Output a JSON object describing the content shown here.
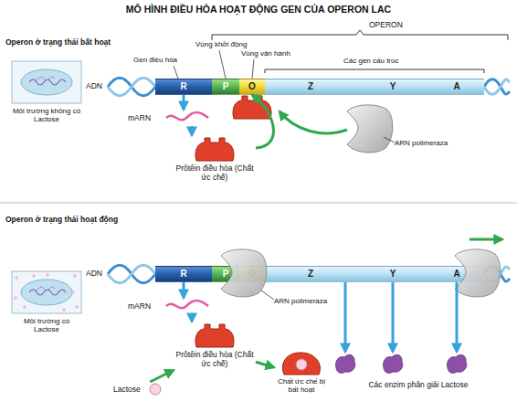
{
  "diagram": {
    "title": "MÔ HÌNH ĐIỀU HÒA HOẠT ĐỘNG GEN CỦA OPERON LAC",
    "nodes": [
      {
        "text": [
          "Môi trường không có Lactose"
        ]
      },
      {
        "text": [
          "R"
        ]
      },
      {
        "text": [
          "P"
        ]
      },
      {
        "text": [
          "O"
        ]
      },
      {
        "text": [
          "Z"
        ]
      },
      {
        "text": [
          "Y"
        ]
      },
      {
        "text": [
          "A"
        ]
      },
      {
        "text": [
          "mARN"
        ]
      },
      {
        "text": [
          "Prôtêin điều hòa (Chất ức chế)"
        ]
      },
      {
        "text": [
          "Môi trường có Lactose"
        ]
      },
      {
        "text": [
          "R"
        ]
      },
      {
        "text": [
          "P"
        ]
      },
      {
        "text": [
          "O"
        ]
      },
      {
        "text": [
          "Z"
        ]
      },
      {
        "text": [
          "Y"
        ]
      },
      {
        "text": [
          "A"
        ]
      },
      {
        "text": [
          "mARN"
        ]
      },
      {
        "text": [
          "Prôtêin điều hòa (Chất ức chế)"
        ]
      },
      {
        "text": [
          "Lactose"
        ]
      },
      {
        "text": [
          "Chất ức chế bị bất hoạt"
        ]
      },
      {
        "text": [
          "Các enzim phân giải Lactose"
        ]
      }
    ],
    "edges": [
      {
        "from": 1,
        "to": 7,
        "arrow": "to"
      },
      {
        "from": 7,
        "to": 8,
        "arrow": "to"
      },
      {
        "from": 8,
        "to": 3,
        "arrow": "to"
      },
      {
        "from": 10,
        "to": 16,
        "arrow": "to"
      },
      {
        "from": 16,
        "to": 17,
        "arrow": "to"
      },
      {
        "from": 18,
        "to": 17,
        "arrow": "to"
      },
      {
        "from": 17,
        "to": 19,
        "arrow": "to"
      },
      {
        "from": 13,
        "to": 20,
        "arrow": "to"
      },
      {
        "from": 14,
        "to": 20,
        "arrow": "to"
      },
      {
        "from": 15,
        "to": 20,
        "arrow": "to"
      }
    ],
    "labels": [
      "Operon ở trạng thái bất hoạt",
      "OPERON",
      "Vùng khởi động",
      "Vùng vận hành",
      "Gen điều hòa",
      "Các gen cấu trúc",
      "ADN",
      "ARN polimeraza",
      "Operon ở trạng thái hoạt động",
      "ADN",
      "ARN polimeraza"
    ]
  }
}
